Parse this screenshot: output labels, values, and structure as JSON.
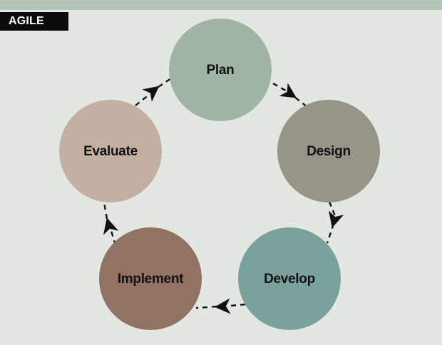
{
  "header": {
    "tag_label": "AGILE"
  },
  "cycle": {
    "nodes": [
      {
        "id": "plan",
        "label": "Plan",
        "color": "#a0b4a4"
      },
      {
        "id": "design",
        "label": "Design",
        "color": "#979587"
      },
      {
        "id": "develop",
        "label": "Develop",
        "color": "#79a29d"
      },
      {
        "id": "implement",
        "label": "Implement",
        "color": "#927262"
      },
      {
        "id": "evaluate",
        "label": "Evaluate",
        "color": "#c4b0a2"
      }
    ],
    "connector_color": "#111111"
  }
}
